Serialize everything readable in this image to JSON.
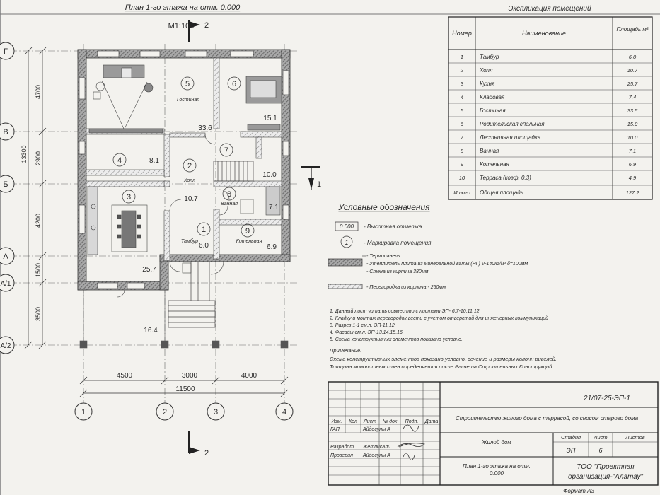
{
  "plan": {
    "title": "План 1-го этажа на отм. 0.000",
    "scale": "М1:100",
    "section_mark": "2",
    "section_mark_side": "1"
  },
  "axes": {
    "rows": [
      "Г",
      "В",
      "Б",
      "А",
      "А/1",
      "А/2"
    ],
    "cols": [
      "1",
      "2",
      "3",
      "4"
    ],
    "row_dims": [
      "4700",
      "2900",
      "4200",
      "1500",
      "3500"
    ],
    "total_height": "13300",
    "col_dims": [
      "4500",
      "3000",
      "4000"
    ],
    "total_width": "11500"
  },
  "rooms": [
    {
      "num": "1",
      "name": "Тамбур",
      "area": "6.0"
    },
    {
      "num": "2",
      "name": "Холл",
      "area": "10.7"
    },
    {
      "num": "3",
      "name": "",
      "area": "25.7"
    },
    {
      "num": "4",
      "name": "",
      "area": "8.1"
    },
    {
      "num": "5",
      "name": "Гостиная",
      "area": "33.6"
    },
    {
      "num": "6",
      "name": "",
      "area": "15.1"
    },
    {
      "num": "7",
      "name": "",
      "area": "10.0"
    },
    {
      "num": "8",
      "name": "Ванная",
      "area": "7.1"
    },
    {
      "num": "9",
      "name": "Котельная",
      "area": "6.9"
    }
  ],
  "terrace_area": "16.4",
  "explication": {
    "title": "Экспликация помещений",
    "headers": [
      "Номер",
      "Наименование",
      "Площадь м²"
    ],
    "rows": [
      [
        "1",
        "Тамбур",
        "6.0"
      ],
      [
        "2",
        "Холл",
        "10.7"
      ],
      [
        "3",
        "Кухня",
        "25.7"
      ],
      [
        "4",
        "Кладовая",
        "7.4"
      ],
      [
        "5",
        "Гостиная",
        "33.5"
      ],
      [
        "6",
        "Родительская спальная",
        "15.0"
      ],
      [
        "7",
        "Лестничная площадка",
        "10.0"
      ],
      [
        "8",
        "Ванная",
        "7.1"
      ],
      [
        "9",
        "Котельная",
        "6.9"
      ],
      [
        "10",
        "Терраса (коэф. 0.3)",
        "4.9"
      ],
      [
        "Итого",
        "Общая площадь",
        "127.2"
      ]
    ]
  },
  "legend": {
    "title": "Условные обозначения",
    "level_value": "0.000",
    "level_label": "- Высотная отметка",
    "room_mark_value": "1",
    "room_mark_label": "- Маркировка помещения",
    "wall_lines": [
      "- Термопанель",
      "- Утеплитель плита из минеральной ваты (НГ) V-140кг/м³ δ=100мм",
      "- Стена из кирпича 380мм"
    ],
    "partition_label": "- Перегородка из кирпича - 250мм"
  },
  "notes": [
    "1.   Данный лист читать совместно с листами ЭП- 6,7-10,11,12",
    "2.   Кладку и монтаж перегородок вести с учетом отверстий для инженерных коммуникаций",
    "3.   Разрез 1-1 см.л. ЭП-11,12",
    "4.   Фасады см.л. ЭП-13,14,15,16",
    "5.   Схема конструктивных элементов показано условно."
  ],
  "remark": {
    "title": "Примечание:",
    "lines": [
      "Схема конструктивных элементов показано условно, сечение и размеры колонн ригелей.",
      "Толщина монолитных стен определяется после Расчета Строительных Конструкций"
    ]
  },
  "stamp": {
    "code": "21/07-25-ЭП-1",
    "project": "Строительство жилого дома с террасой, со сносом старого дома",
    "col_headers": [
      "Изм.",
      "Кол",
      "Лист",
      "№ док",
      "Подп.",
      "Дата"
    ],
    "roles": [
      {
        "role": "ГАП",
        "name": "Айдосулы А"
      },
      {
        "role": "Разработ",
        "name": "Жетписали"
      },
      {
        "role": "Проверил",
        "name": "Айдосулы А"
      }
    ],
    "object": "Жилой дом",
    "stage_header": "Стадия",
    "sheet_header": "Лист",
    "sheets_header": "Листов",
    "stage": "ЭП",
    "sheet": "6",
    "sheet_title_1": "План 1-го этажа на отм.",
    "sheet_title_2": "0.000",
    "org_1": "ТОО \"Проектная",
    "org_2": "организация-\"Алатау\"",
    "format": "Формат А3"
  },
  "colors": {
    "paper": "#f3f2ee",
    "ink": "#2a2a2a",
    "wall_hatch": "#6e6e6e"
  }
}
